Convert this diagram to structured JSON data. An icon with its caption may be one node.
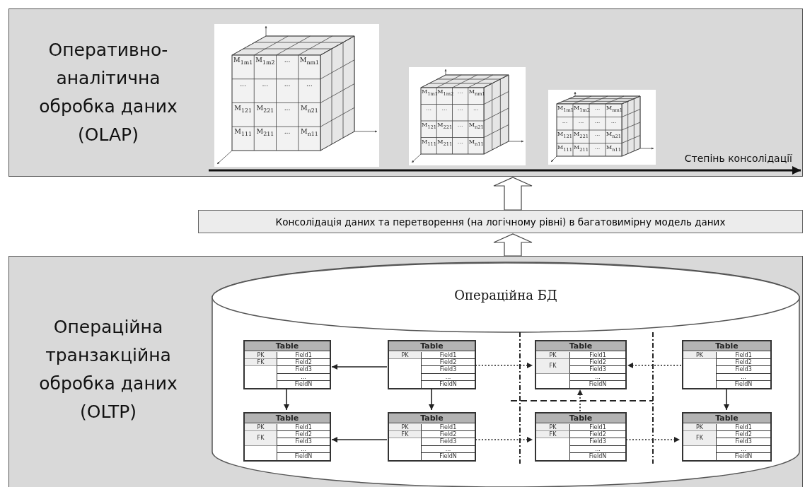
{
  "diagram": {
    "nodes": [
      {
        "text": [
          "Оперативно-аналітична обробка даних (OLAP)"
        ]
      },
      {
        "text": [
          "M$_{1m1}$",
          "M$_{1m2}$",
          "...",
          "M$_{nm1}$",
          "...",
          "...",
          "...",
          "...",
          "M$_{121}$",
          "M$_{221}$",
          "...",
          "M$_{n21}$",
          "M$_{111}$",
          "M$_{211}$",
          "...",
          "M$_{n11}$"
        ],
        "in": 0
      },
      {
        "text": [
          "M$_{1m1}$",
          "M$_{1m2}$",
          "...",
          "M$_{nm1}$",
          "...",
          "...",
          "...",
          "...",
          "M$_{121}$",
          "M$_{221}$",
          "...",
          "M$_{n21}$",
          "M$_{111}$",
          "M$_{211}$",
          "...",
          "M$_{n11}$"
        ],
        "in": 0
      },
      {
        "text": [
          "M$_{1m1}$",
          "M$_{1m2}$",
          "...",
          "M$_{nm1}$",
          "...",
          "...",
          "...",
          "...",
          "M$_{121}$",
          "M$_{221}$",
          "...",
          "M$_{n21}$",
          "M$_{111}$",
          "M$_{211}$",
          "...",
          "M$_{n11}$"
        ],
        "in": 0
      },
      {
        "text": [
          "Консолідація даних та перетворення (на логічному рівні) в багатовимірну модель даних"
        ]
      },
      {
        "text": [
          "Операційна транзакційна обробка даних (OLTP)"
        ]
      },
      {
        "text": [
          "Операційна БД"
        ],
        "in": 5
      },
      {
        "text": [
          "Table",
          "PK",
          "Field1",
          "FK",
          "Field2",
          "Field3",
          "...",
          "FieldN"
        ],
        "in": 6
      },
      {
        "text": [
          "Table",
          "PK",
          "Field1",
          "Field2",
          "Field3",
          "...",
          "FieldN"
        ],
        "in": 6
      },
      {
        "text": [
          "Table",
          "PK",
          "Field1",
          "FK",
          "Field2",
          "Field3",
          "...",
          "FieldN"
        ],
        "in": 6
      },
      {
        "text": [
          "Table",
          "PK",
          "Field1",
          "Field2",
          "Field3",
          "...",
          "FieldN"
        ],
        "in": 6
      },
      {
        "text": [
          "Table",
          "PK",
          "Field1",
          "FK",
          "Field2",
          "Field3",
          "...",
          "FieldN"
        ],
        "in": 6
      },
      {
        "text": [
          "Table",
          "PK",
          "Field1",
          "FK",
          "Field2",
          "Field3",
          "...",
          "FieldN"
        ],
        "in": 6
      },
      {
        "text": [
          "Table",
          "PK",
          "Field1",
          "FK",
          "Field2",
          "Field3",
          "...",
          "FieldN"
        ],
        "in": 6
      },
      {
        "text": [
          "Table",
          "PK",
          "Field1",
          "FK",
          "Field2",
          "Field3",
          "...",
          "FieldN"
        ],
        "in": 6
      }
    ],
    "edges": [
      {
        "from": 8,
        "to": 7,
        "arrow": "to"
      },
      {
        "from": 7,
        "to": 11,
        "arrow": "to"
      },
      {
        "from": 8,
        "to": 12,
        "arrow": "to"
      },
      {
        "from": 12,
        "to": 11,
        "arrow": "to"
      },
      {
        "from": 8,
        "to": 9,
        "arrow": "to",
        "style": "dashed"
      },
      {
        "from": 10,
        "to": 9,
        "arrow": "to",
        "style": "dashed"
      },
      {
        "from": 13,
        "to": 9,
        "arrow": "to",
        "style": "dashed"
      },
      {
        "from": 12,
        "to": 13,
        "arrow": "to",
        "style": "dashed"
      },
      {
        "from": 13,
        "to": 14,
        "arrow": "to",
        "style": "dashed"
      },
      {
        "from": 10,
        "to": 14,
        "arrow": "to"
      },
      {
        "from": 4,
        "to": 0,
        "arrow": "to"
      },
      {
        "from": 5,
        "to": 4,
        "arrow": "to"
      }
    ],
    "labels": [
      "Степінь консолідації"
    ]
  }
}
